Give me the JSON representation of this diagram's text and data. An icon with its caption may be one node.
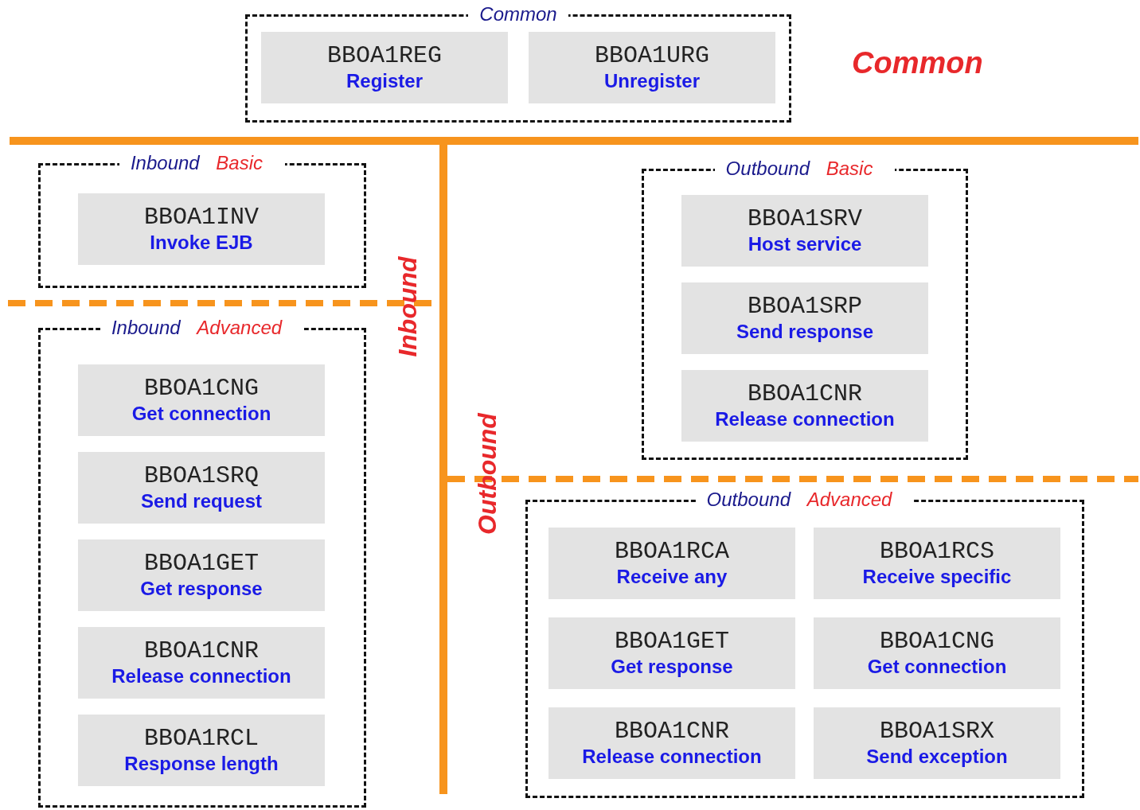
{
  "diagram": {
    "nodes": [
      {
        "text": [
          "Common"
        ]
      },
      {
        "text": [
          "BBOA1REG",
          "Register"
        ],
        "in": 0
      },
      {
        "text": [
          "BBOA1URG",
          "Unregister"
        ],
        "in": 0
      },
      {
        "text": [
          "Inbound Basic"
        ]
      },
      {
        "text": [
          "BBOA1INV",
          "Invoke EJB"
        ],
        "in": 3
      },
      {
        "text": [
          "Inbound Advanced"
        ]
      },
      {
        "text": [
          "BBOA1CNG",
          "Get connection"
        ],
        "in": 5
      },
      {
        "text": [
          "BBOA1SRQ",
          "Send request"
        ],
        "in": 5
      },
      {
        "text": [
          "BBOA1GET",
          "Get response"
        ],
        "in": 5
      },
      {
        "text": [
          "BBOA1CNR",
          "Release connection"
        ],
        "in": 5
      },
      {
        "text": [
          "BBOA1RCL",
          "Response length"
        ],
        "in": 5
      },
      {
        "text": [
          "Outbound Basic"
        ]
      },
      {
        "text": [
          "BBOA1SRV",
          "Host service"
        ],
        "in": 11
      },
      {
        "text": [
          "BBOA1SRP",
          "Send response"
        ],
        "in": 11
      },
      {
        "text": [
          "BBOA1CNR",
          "Release connection"
        ],
        "in": 11
      },
      {
        "text": [
          "Outbound Advanced"
        ]
      },
      {
        "text": [
          "BBOA1RCA",
          "Receive any"
        ],
        "in": 15
      },
      {
        "text": [
          "BBOA1RCS",
          "Receive specific"
        ],
        "in": 15
      },
      {
        "text": [
          "BBOA1GET",
          "Get response"
        ],
        "in": 15
      },
      {
        "text": [
          "BBOA1CNG",
          "Get connection"
        ],
        "in": 15
      },
      {
        "text": [
          "BBOA1CNR",
          "Release connection"
        ],
        "in": 15
      },
      {
        "text": [
          "BBOA1SRX",
          "Send exception"
        ],
        "in": 15
      }
    ],
    "edges": [],
    "labels": [
      "Common",
      "Inbound",
      "Outbound"
    ]
  }
}
